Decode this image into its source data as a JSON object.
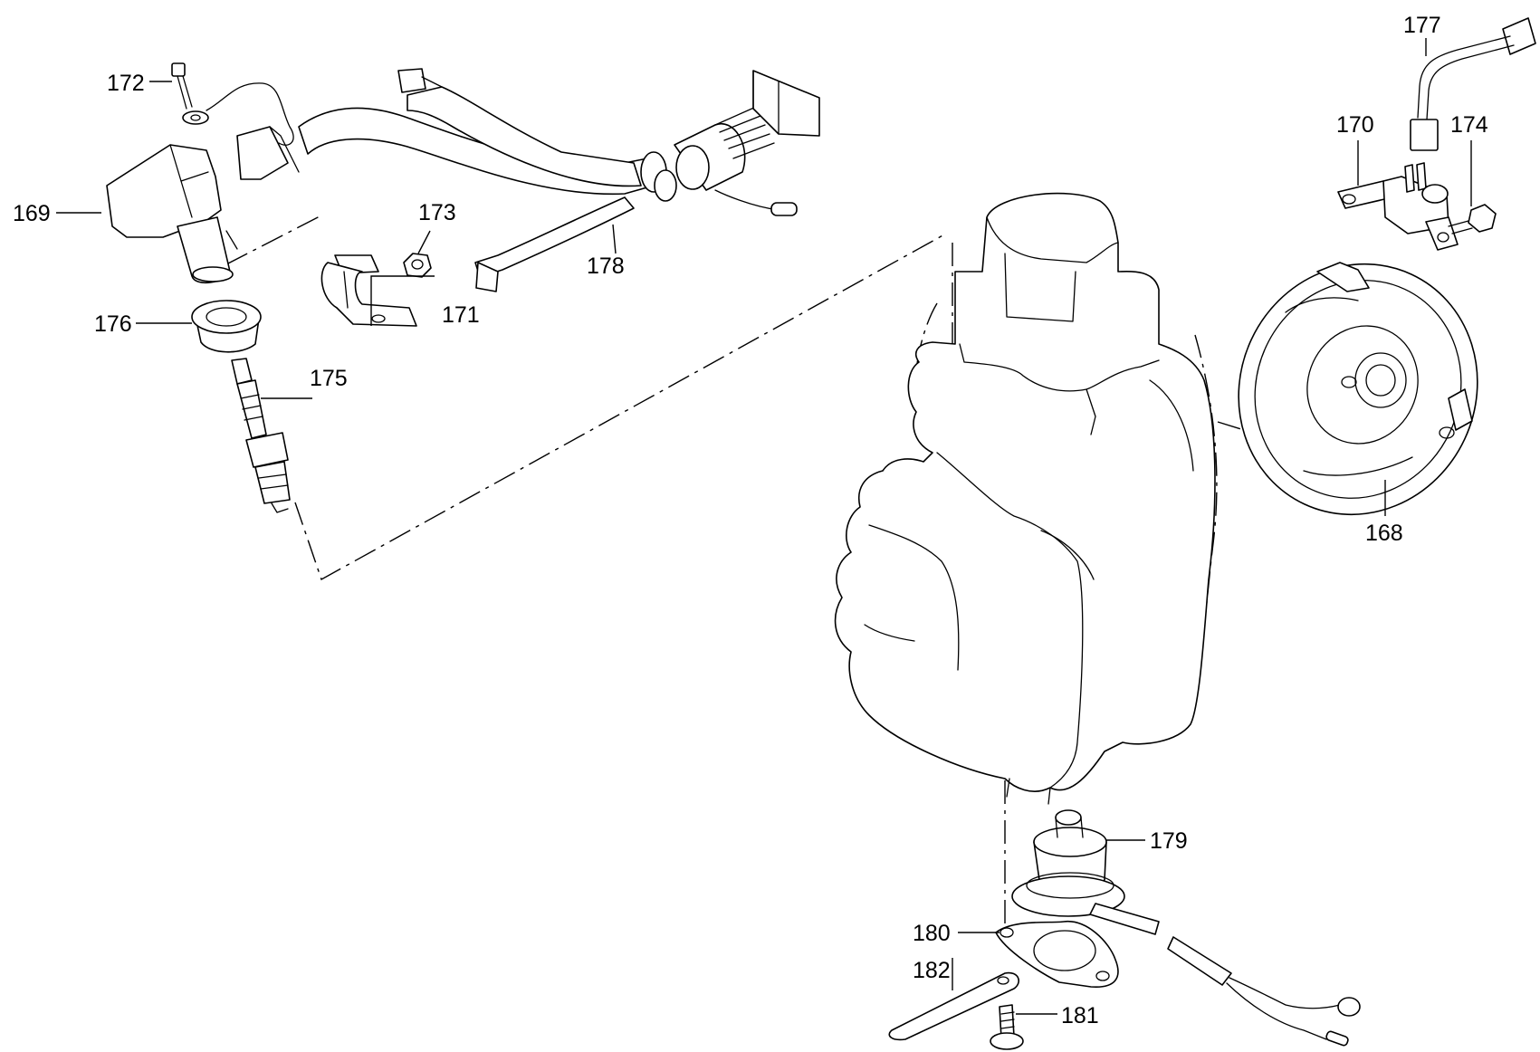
{
  "labels": {
    "p168": "168",
    "p169": "169",
    "p170": "170",
    "p171": "171",
    "p172": "172",
    "p173": "173",
    "p174": "174",
    "p175": "175",
    "p176": "176",
    "p177": "177",
    "p178": "178",
    "p179": "179",
    "p180": "180",
    "p181": "181",
    "p182": "182"
  }
}
